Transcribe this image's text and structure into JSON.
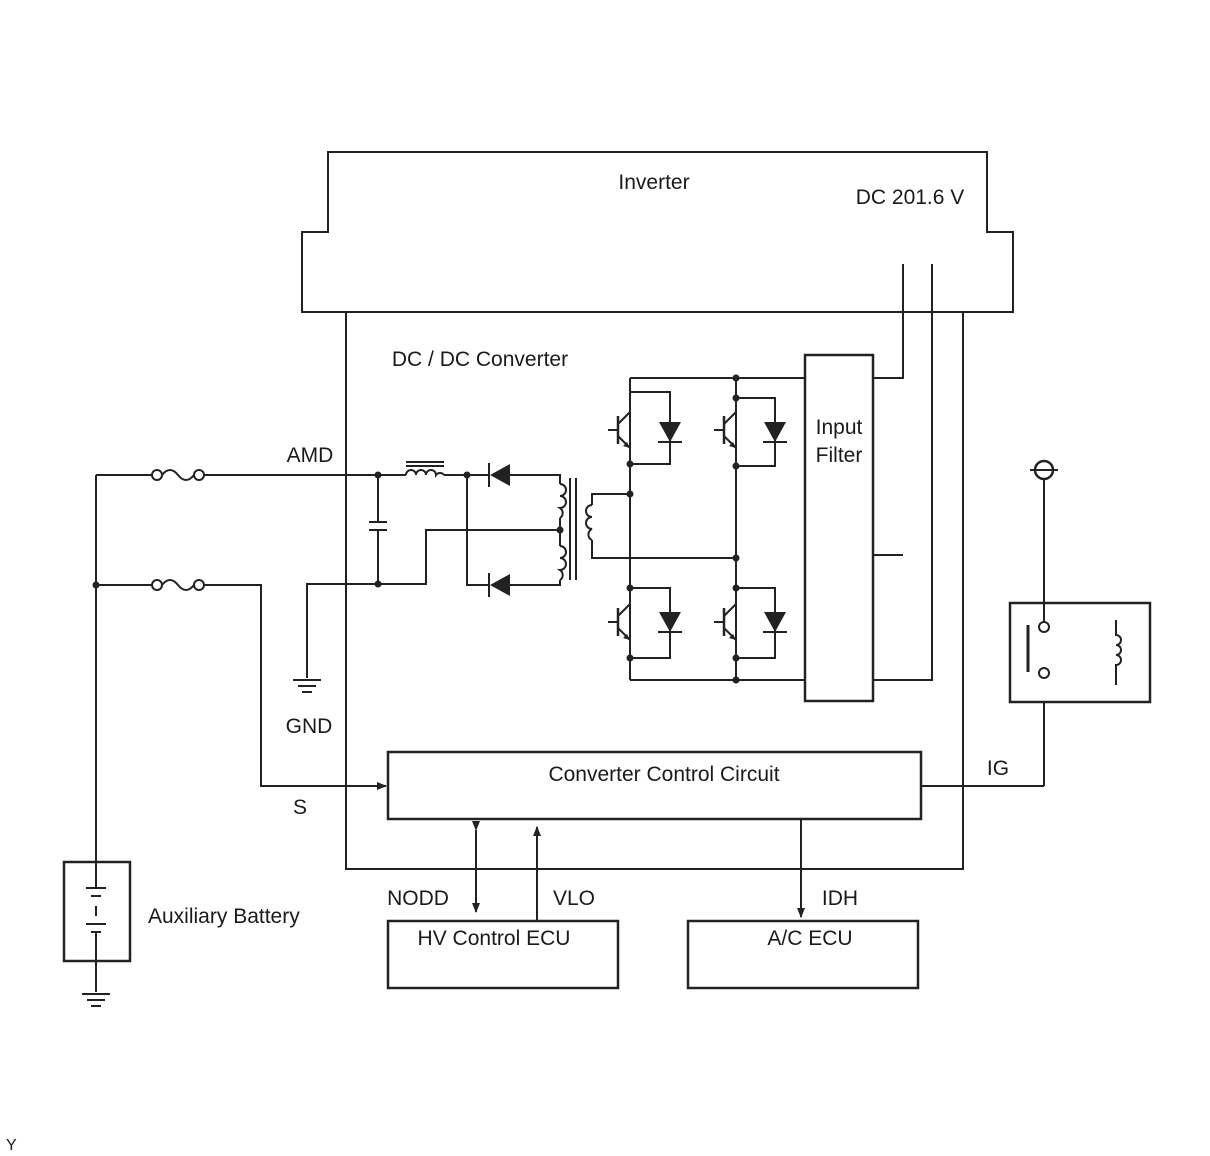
{
  "labels": {
    "inverter": "Inverter",
    "dc_voltage": "DC 201.6 V",
    "dcdc": "DC / DC Converter",
    "input_filter_1": "Input",
    "input_filter_2": "Filter",
    "amd": "AMD",
    "gnd": "GND",
    "s": "S",
    "ig": "IG",
    "converter_control": "Converter Control Circuit",
    "nodd": "NODD",
    "vlo": "VLO",
    "idh": "IDH",
    "hv_ecu": "HV Control ECU",
    "ac_ecu": "A/C ECU",
    "aux_battery": "Auxiliary Battery",
    "corner_mark": "Y"
  }
}
